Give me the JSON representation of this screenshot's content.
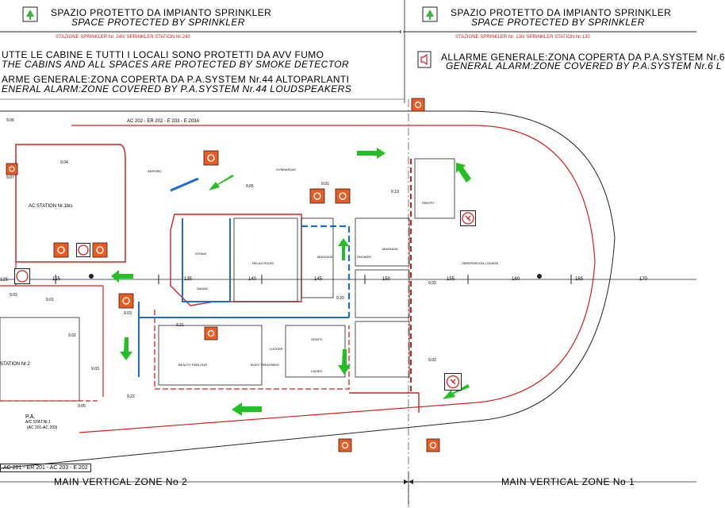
{
  "legend": {
    "sprinkler_top_left": {
      "it": "SPAZIO PROTETTO DA IMPIANTO SPRINKLER",
      "en": "SPACE PROTECTED BY SPRINKLER",
      "station": "STAZIONE SPRINKLER Nr. 240/ SPRINKLER STATION Nr.240"
    },
    "sprinkler_top_right": {
      "it": "SPAZIO PROTETTO DA IMPIANTO SPRINKLER",
      "en": "SPACE PROTECTED BY SPRINKLER",
      "station": "STAZIONE SPRINKLER Nr. 130/ SPRINKLER STATION Nr.130"
    },
    "smoke": {
      "it": "UTTE LE CABINE E TUTTI I LOCALI SONO PROTETTI DA AVV FUMO",
      "en": "THE CABINS AND ALL SPACES ARE PROTECTED BY SMOKE DETECTOR"
    },
    "alarm_left": {
      "it": "ARME GENERALE:ZONA COPERTA DA P.A.SYSTEM  Nr.44 ALTOPARLANTI",
      "en": "ENERAL ALARM:ZONE COVERED BY P.A.SYSTEM  Nr.44 LOUDSPEAKERS"
    },
    "alarm_right": {
      "it": "ALLARME GENERALE:ZONA COPERTA DA P.A.SYSTEM  Nr.6",
      "en": "GENERAL ALARM:ZONE COVERED BY P.A.SYSTEM  Nr.6 L"
    }
  },
  "zones": {
    "left": "MAIN VERTICAL ZONE No 2",
    "right": "MAIN VERTICAL ZONE No 1"
  },
  "bottom_label": "AC 201 - ER 201 - AC 203 - E 202",
  "top_ac_label": "AC 202 - ER 202 - E 203 - E 203A",
  "frame_numbers": [
    "125",
    "135",
    "140",
    "145",
    "150",
    "155",
    "160",
    "165",
    "170"
  ],
  "rooms": {
    "ac_station": "AC STATION Nr.1bis",
    "station2": "STATION Nr.2",
    "steam": "STEAM",
    "sauna": "SAUNA",
    "massage": "MASSAGE",
    "shower": "SHOWER",
    "pantry": "PANTRY",
    "observation": "OBSERVATION LOUNGE",
    "beauty": "BEAUTY PARLOUR",
    "body": "BODY TREATMENT",
    "lockers": "LOCKER",
    "ladies": "LADIES",
    "gents": "GENTS",
    "gym": "GYMNASIUM",
    "aerobic": "AEROBIC",
    "relax": "RELAX ROOM"
  },
  "pa_label": {
    "line1": "P.A.",
    "line2": "A/C STAT.Nr.1",
    "line3": "(AC 201-AC 203)"
  },
  "points": [
    "9.06",
    "9.07",
    "9.04",
    "9.05",
    "9.01",
    "9.19",
    "9.03",
    "9.02",
    "9.20",
    "9.21",
    "9.22",
    "9.05",
    "9.03",
    "9.02",
    "9.01",
    "9.02",
    "9.03"
  ],
  "colors": {
    "red": "#d42020",
    "blue": "#1a6fd6",
    "green": "#22c022",
    "orange": "#f05a1e",
    "ink": "#222222"
  }
}
